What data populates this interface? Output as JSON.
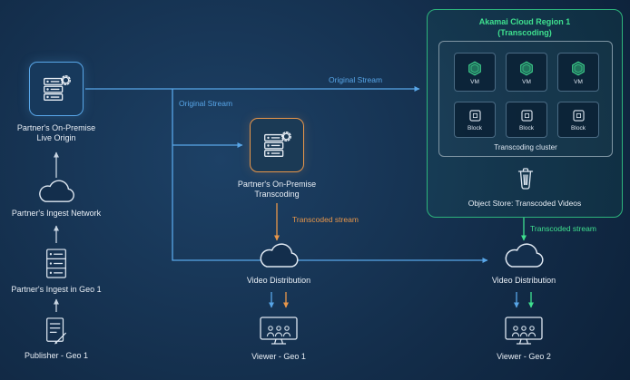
{
  "colors": {
    "blue": "#58a6e8",
    "orange": "#e8964a",
    "green": "#3fe08f",
    "ink": "#e8eef5",
    "muted": "#c9d5e2"
  },
  "left_column": {
    "live_origin": {
      "line1": "Partner's On-Premise",
      "line2": "Live Origin"
    },
    "ingest_network": {
      "label": "Partner's Ingest Network"
    },
    "ingest_geo1": {
      "label": "Partner's Ingest in Geo 1"
    },
    "publisher": {
      "label": "Publisher - Geo 1"
    }
  },
  "middle": {
    "transcoding": {
      "line1": "Partner's On-Premise",
      "line2": "Transcoding"
    },
    "video_distribution": {
      "label": "Video Distribution"
    },
    "viewer": {
      "label": "Viewer - Geo 1"
    }
  },
  "akamai_region": {
    "title_line1": "Akamai Cloud Region 1",
    "title_line2": "(Transcoding)",
    "vm_label": "VM",
    "block_label": "Block",
    "cluster_label": "Transcoding cluster",
    "object_store_label": "Object Store: Transcoded Videos"
  },
  "right_column": {
    "video_distribution": {
      "label": "Video Distribution"
    },
    "viewer": {
      "label": "Viewer - Geo 2"
    }
  },
  "edge_labels": {
    "original_stream_top": "Original Stream",
    "original_stream_mid": "Original Stream",
    "transcoded_stream_onprem": "Transcoded stream",
    "transcoded_stream_cloud": "Transcoded stream"
  }
}
